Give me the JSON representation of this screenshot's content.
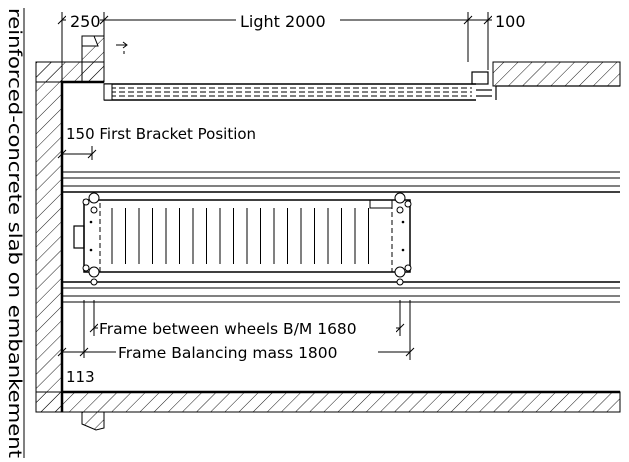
{
  "dimensions": {
    "left_gap": "250",
    "light": "Light 2000",
    "right_gap": "100",
    "first_bracket": "150 First Bracket Position",
    "frame_between_wheels": "Frame between wheels B/M 1680",
    "frame_balancing_mass": "Frame Balancing mass 1800",
    "offset_113": "113"
  },
  "vertical_label": "reinforced-concrete slab on embankement",
  "colors": {
    "ink": "#000000",
    "background": "#ffffff"
  }
}
